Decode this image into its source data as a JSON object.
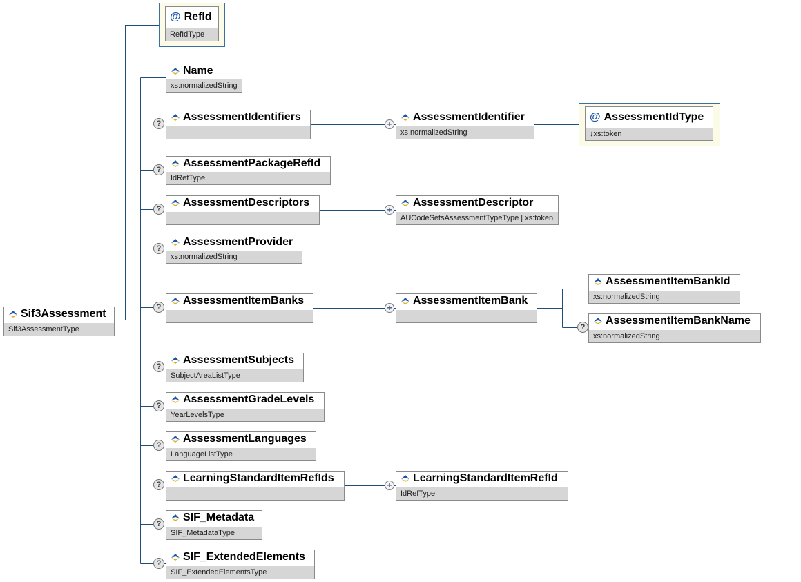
{
  "root": {
    "name": "Sif3Assessment",
    "type": "Sif3AssessmentType"
  },
  "attribute": {
    "name": "RefId",
    "type": "RefIdType"
  },
  "elements": {
    "name": {
      "name": "Name",
      "type": "xs:normalizedString"
    },
    "identifiers": {
      "name": "AssessmentIdentifiers",
      "type": ""
    },
    "identifier": {
      "name": "AssessmentIdentifier",
      "type": "xs:normalizedString"
    },
    "id_type": {
      "name": "AssessmentIdType",
      "type": "↓xs:token"
    },
    "package_refid": {
      "name": "AssessmentPackageRefId",
      "type": "IdRefType"
    },
    "descriptors": {
      "name": "AssessmentDescriptors",
      "type": ""
    },
    "descriptor": {
      "name": "AssessmentDescriptor",
      "type": "AUCodeSetsAssessmentTypeType | xs:token"
    },
    "provider": {
      "name": "AssessmentProvider",
      "type": "xs:normalizedString"
    },
    "item_banks": {
      "name": "AssessmentItemBanks",
      "type": ""
    },
    "item_bank": {
      "name": "AssessmentItemBank",
      "type": ""
    },
    "item_bank_id": {
      "name": "AssessmentItemBankId",
      "type": "xs:normalizedString"
    },
    "item_bank_name": {
      "name": "AssessmentItemBankName",
      "type": "xs:normalizedString"
    },
    "subjects": {
      "name": "AssessmentSubjects",
      "type": "SubjectAreaListType"
    },
    "grade_levels": {
      "name": "AssessmentGradeLevels",
      "type": "YearLevelsType"
    },
    "languages": {
      "name": "AssessmentLanguages",
      "type": "LanguageListType"
    },
    "ls_refids": {
      "name": "LearningStandardItemRefIds",
      "type": ""
    },
    "ls_refid": {
      "name": "LearningStandardItemRefId",
      "type": "IdRefType"
    },
    "metadata": {
      "name": "SIF_Metadata",
      "type": "SIF_MetadataType"
    },
    "extended": {
      "name": "SIF_ExtendedElements",
      "type": "SIF_ExtendedElementsType"
    }
  },
  "symbols": {
    "optional": "?",
    "expand": "+"
  },
  "colors": {
    "connector": "#1f4e79",
    "attribute_border": "#3a6ea5",
    "attribute_fill": "#fbfbe8",
    "type_band": "#d6d6d6"
  }
}
